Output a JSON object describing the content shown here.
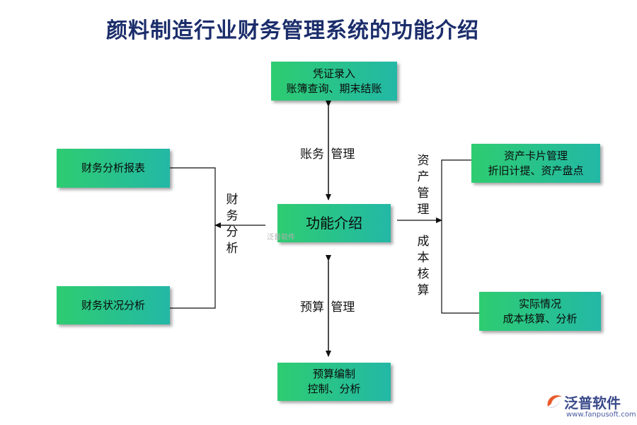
{
  "title": "颜料制造行业财务管理系统的功能介绍",
  "center": {
    "label": "功能介绍"
  },
  "nodes": {
    "top": {
      "line1": "凭证录入",
      "line2": "账簿查询、期末结账"
    },
    "bottom": {
      "line1": "预算编制",
      "line2": "控制、分析"
    },
    "left_top": {
      "line1": "财务分析报表"
    },
    "left_bottom": {
      "line1": "财务状况分析"
    },
    "right_top": {
      "line1": "资产卡片管理",
      "line2": "折旧计提、资产盘点"
    },
    "right_bottom": {
      "line1": "实际情况",
      "line2": "成本核算、分析"
    }
  },
  "edge_labels": {
    "top": "账务 管理",
    "bottom": "预算 管理",
    "left": "财务分析",
    "right_upper": "资产管理",
    "right_lower": "成本核算"
  },
  "watermark": {
    "center_text": "泛普软件"
  },
  "logo": {
    "name": "泛普软件",
    "url": "www.fanpusoft.com",
    "icon": "fanpu-logo-icon"
  },
  "colors": {
    "box_start": "#2ecc71",
    "box_end": "#23b8a6",
    "title": "#1b2d6b"
  }
}
